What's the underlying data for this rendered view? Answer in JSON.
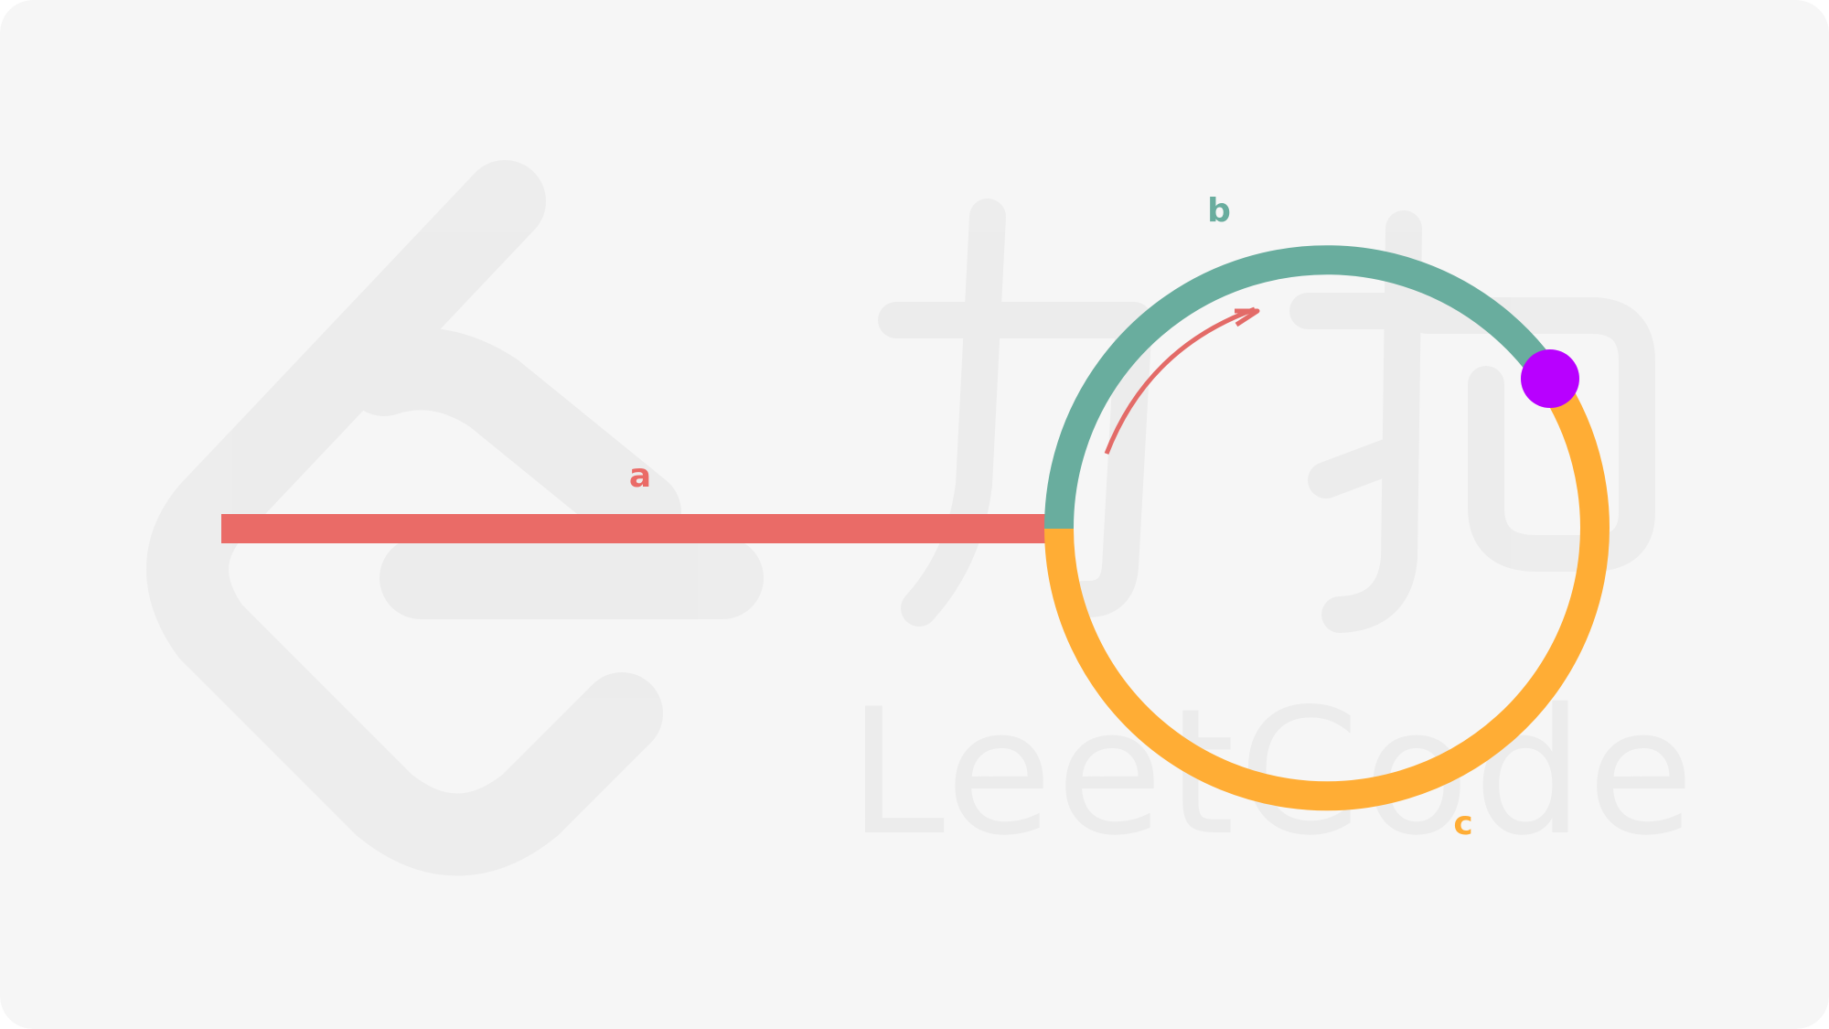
{
  "diagram": {
    "labels": {
      "a": "a",
      "b": "b",
      "c": "c"
    },
    "watermark": {
      "wordmark": "LeetCode",
      "cjk": "力扣"
    },
    "colors": {
      "background": "#f6f6f6",
      "watermark": "#ececec",
      "segment_a": "#ea6b67",
      "arc_b": "#69ad9e",
      "arc_c": "#ffad35",
      "meeting_point": "#b800ff",
      "direction_arrow": "#e36b68"
    },
    "icons": {
      "watermark_logo": "leetcode-logo",
      "direction": "curved-arrow"
    }
  }
}
